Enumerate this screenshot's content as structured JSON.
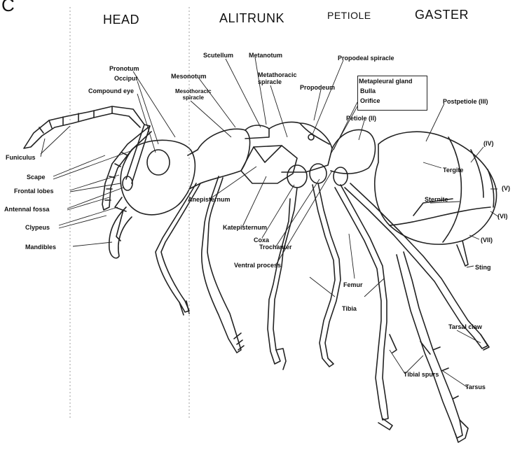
{
  "figure": {
    "panel_letter": "C",
    "sections": {
      "head": "HEAD",
      "alitrunk": "ALITRUNK",
      "petiole": "PETIOLE",
      "gaster": "GASTER"
    },
    "labels": {
      "scutellum": "Scutellum",
      "metanotum": "Metanotum",
      "propodeal_spiracle": "Propodeal spiracle",
      "pronotum": "Pronotum",
      "occiput": "Occiput",
      "compound_eye": "Compound eye",
      "mesonotum": "Mesonotum",
      "metathoracic_spiracle": "Metathoracic\nspiracle",
      "mesothoracic_spiracle": "Mesothoracic\nspiracle",
      "propodeum": "Propodeum",
      "metapleural_gland": "Metapleural gland",
      "bulla": "Bulla",
      "orifice": "Orifice",
      "postpetiole": "Postpetiole (III)",
      "petiole": "Petiole (II)",
      "funiculus": "Funiculus",
      "scape": "Scape",
      "frontal_lobes": "Frontal lobes",
      "antennal_fossa": "Antennal fossa",
      "clypeus": "Clypeus",
      "mandibles": "Mandibles",
      "anepisternum": "Anepisternum",
      "katepisternum": "Katepisternum",
      "coxa": "Coxa",
      "trochanter": "Trochanter",
      "ventral_process": "Ventral process",
      "femur": "Femur",
      "tibia": "Tibia",
      "tergite": "Tergite",
      "sternite": "Sternite",
      "seg_iv": "(IV)",
      "seg_v": "(V)",
      "seg_vi": "(VI)",
      "seg_vii": "(VII)",
      "sting": "Sting",
      "tarsal_claw": "Tarsal claw",
      "tibial_spurs": "Tibial spurs",
      "tarsus": "Tarsus"
    }
  }
}
